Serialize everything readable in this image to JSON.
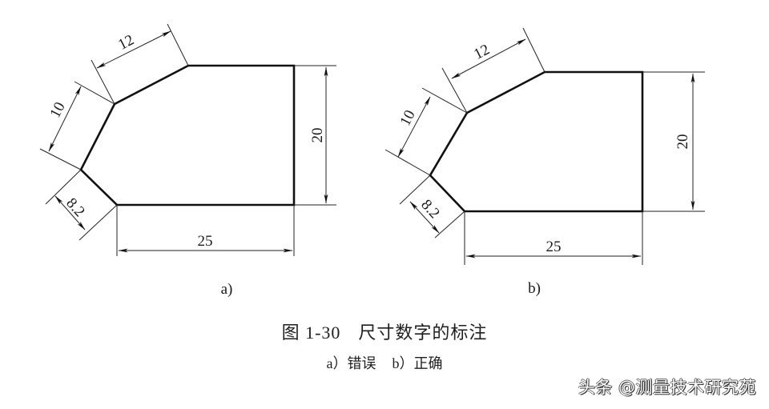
{
  "figure": {
    "number": "图 1-30",
    "title": "尺寸数字的标注",
    "subcaption": {
      "a": "a）错误",
      "b": "b）正确"
    }
  },
  "panels": [
    {
      "id": "a",
      "label": "a)",
      "meaning": "错误",
      "dimensions": {
        "top_chamfer": "12",
        "upper_left_edge": "10",
        "lower_left_edge": "8.2",
        "height": "20",
        "width": "25"
      }
    },
    {
      "id": "b",
      "label": "b)",
      "meaning": "正确",
      "dimensions": {
        "top_chamfer": "12",
        "upper_left_edge": "10",
        "lower_left_edge": "8.2",
        "height": "20",
        "width": "25"
      }
    }
  ],
  "watermark": "头条 @测量技术研究苑",
  "colors": {
    "outline": "#111111",
    "dimension_line": "#222222",
    "background": "#ffffff"
  }
}
